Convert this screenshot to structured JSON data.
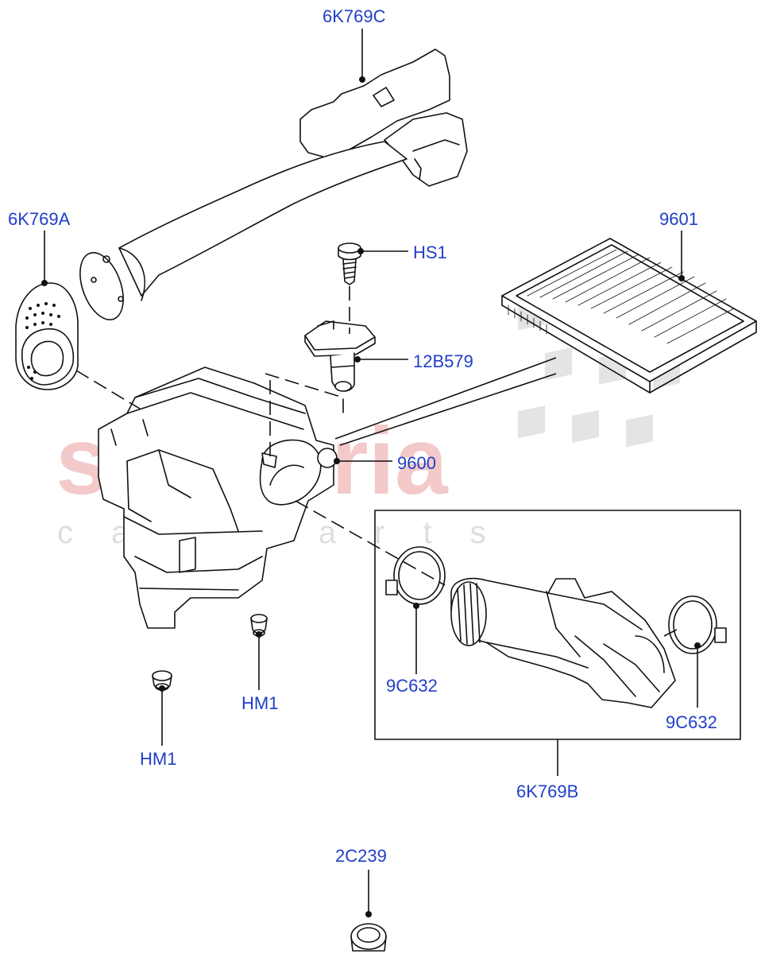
{
  "watermark": {
    "brand": "scuderia",
    "sub": "car parts"
  },
  "callouts": {
    "c6K769C": "6K769C",
    "c6K769A": "6K769A",
    "c9601": "9601",
    "cHS1": "HS1",
    "c12B579": "12B579",
    "c9600": "9600",
    "c9C632_left": "9C632",
    "c9C632_right": "9C632",
    "cHM1_center": "HM1",
    "cHM1_left": "HM1",
    "c6K769B": "6K769B",
    "c2C239": "2C239"
  },
  "colors": {
    "callout_text": "#1f3fc8",
    "line": "#111111",
    "watermark": "#f3c9c9"
  }
}
